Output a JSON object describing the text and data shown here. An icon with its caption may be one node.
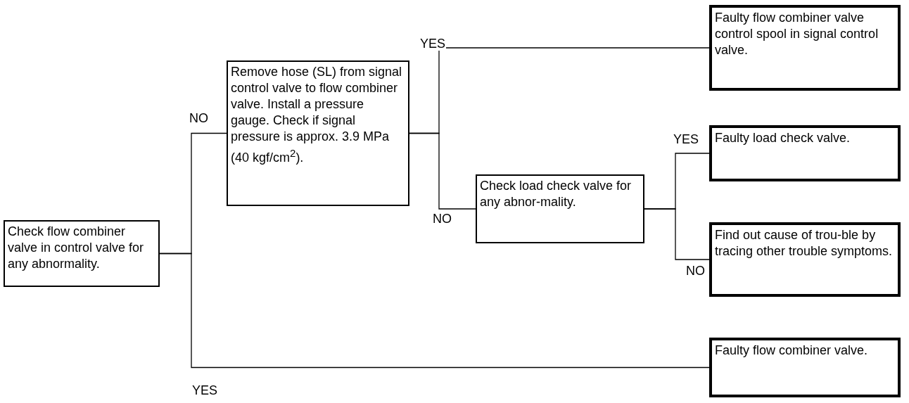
{
  "diagram": {
    "nodes": [
      {
        "text": [
          "Check flow combiner valve in control valve for any abnormality."
        ]
      },
      {
        "text": [
          "Remove hose (SL) from signal control valve to flow combiner valve. Install a pressure gauge. Check if signal pressure is approx. 3.9 MPa (40 kgf/cm$^{2}$)."
        ]
      },
      {
        "text": [
          "Faulty flow combiner valve control spool in signal control valve."
        ]
      },
      {
        "text": [
          "Check load check valve for any abnor-mality."
        ]
      },
      {
        "text": [
          "Faulty load check valve."
        ]
      },
      {
        "text": [
          "Find out cause of trou-ble by tracing other trouble symptoms."
        ]
      },
      {
        "text": [
          "Faulty flow combiner valve."
        ]
      }
    ],
    "edges": [
      {
        "from": 0,
        "to": 1,
        "arrow": "none",
        "label": "NO"
      },
      {
        "from": 0,
        "to": 6,
        "arrow": "none",
        "label": "YES"
      },
      {
        "from": 1,
        "to": 2,
        "arrow": "none",
        "label": "YES"
      },
      {
        "from": 1,
        "to": 3,
        "arrow": "none",
        "label": "NO"
      },
      {
        "from": 3,
        "to": 4,
        "arrow": "none",
        "label": "YES"
      },
      {
        "from": 3,
        "to": 5,
        "arrow": "none",
        "label": "NO"
      }
    ]
  }
}
